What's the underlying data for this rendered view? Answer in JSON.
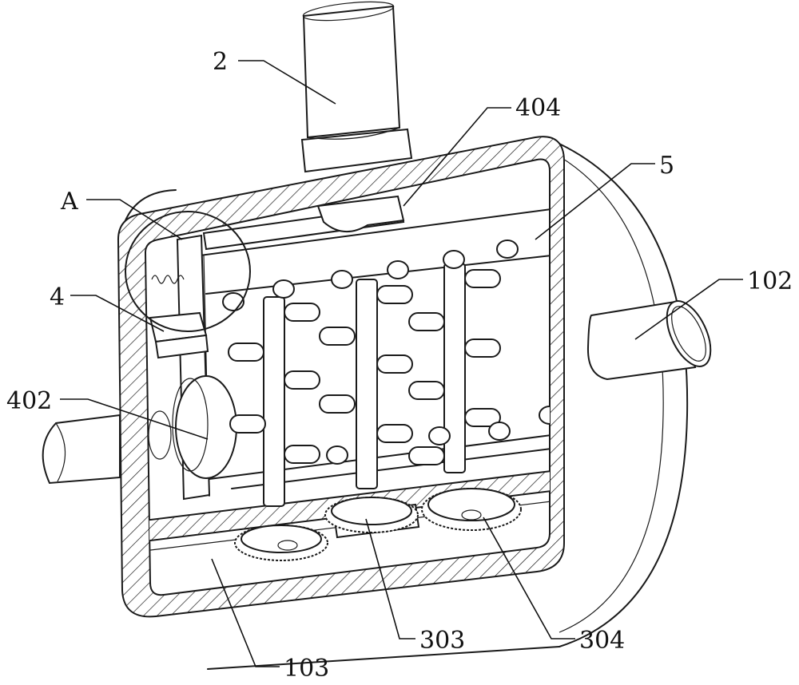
{
  "labels": {
    "l2": "2",
    "l404": "404",
    "lA": "A",
    "l5": "5",
    "l4": "4",
    "l102": "102",
    "l402": "402",
    "l103": "103",
    "l303": "303",
    "l304": "304"
  },
  "colors": {
    "line": "#1a1a1a",
    "background": "#ffffff"
  }
}
